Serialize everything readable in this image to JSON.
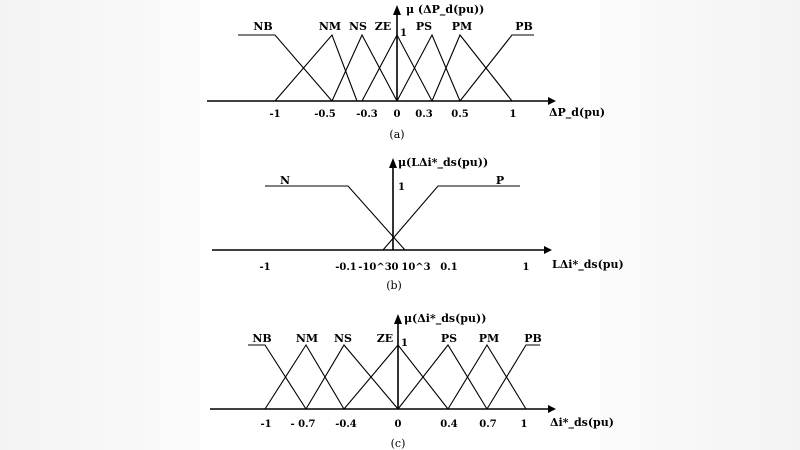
{
  "figure": {
    "panel_a": {
      "caption": "(a)",
      "y_axis_label": "μ (ΔP_d(pu))",
      "x_axis_label": "ΔP_d(pu)",
      "peak_label": "1",
      "sets": [
        "NB",
        "NM",
        "NS",
        "ZE",
        "PS",
        "PM",
        "PB"
      ],
      "ticks": [
        "-1",
        "-0.5",
        "-0.3",
        "0",
        "0.3",
        "0.5",
        "1"
      ],
      "tick_values": [
        -1,
        -0.5,
        -0.3,
        0,
        0.3,
        0.5,
        1
      ]
    },
    "panel_b": {
      "caption": "(b)",
      "y_axis_label": "μ(LΔi*_ds(pu))",
      "x_axis_label": "LΔi*_ds(pu)",
      "peak_label": "1",
      "sets": [
        "N",
        "P"
      ],
      "ticks": [
        "-1",
        "-0.1",
        "-10^3",
        "0",
        "10^3",
        "0.1",
        "1"
      ]
    },
    "panel_c": {
      "caption": "(c)",
      "y_axis_label": "μ(Δi*_ds(pu))",
      "x_axis_label": "Δi*_ds(pu)",
      "peak_label": "1",
      "sets": [
        "NB",
        "NM",
        "NS",
        "ZE",
        "PS",
        "PM",
        "PB"
      ],
      "ticks": [
        "-1",
        "- 0.7",
        "-0.4",
        "0",
        "0.4",
        "0.7",
        "1"
      ],
      "tick_values": [
        -1,
        -0.7,
        -0.4,
        0,
        0.4,
        0.7,
        1
      ]
    }
  }
}
